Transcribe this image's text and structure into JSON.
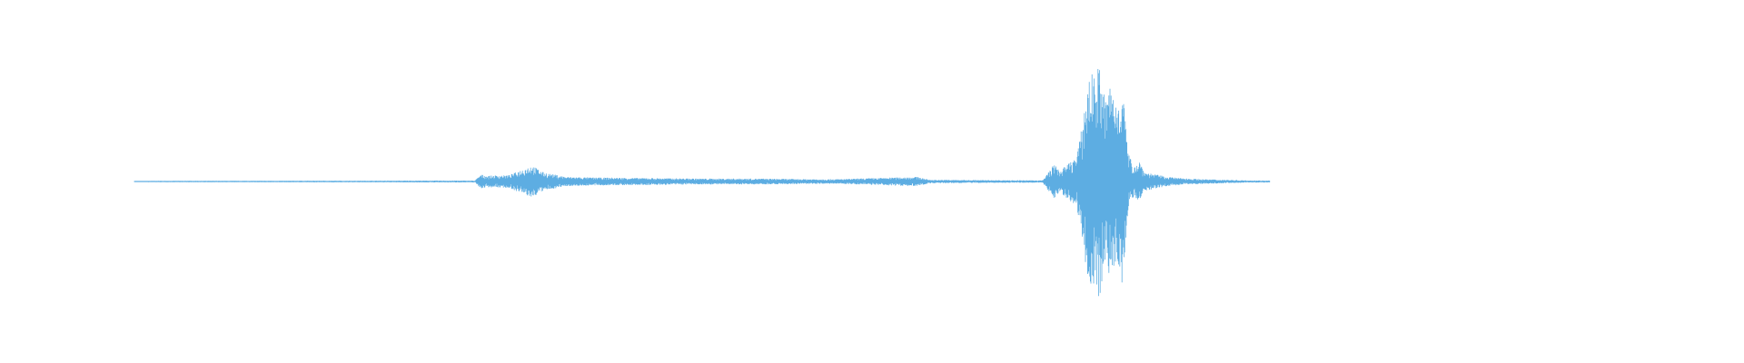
{
  "waveform": {
    "color": "#5dade2",
    "background": "#ffffff"
  },
  "chart_data": {
    "type": "area",
    "title": "",
    "xlabel": "",
    "ylabel": "",
    "grid": false,
    "legend": "none",
    "xlim": [
      0,
      1
    ],
    "ylim": [
      -1,
      1
    ],
    "series": [
      {
        "points": [
          [
            0.0,
            0.005
          ],
          [
            0.05,
            0.006
          ],
          [
            0.1,
            0.006
          ],
          [
            0.15,
            0.007
          ],
          [
            0.2,
            0.007
          ],
          [
            0.25,
            0.008
          ],
          [
            0.3,
            0.008
          ],
          [
            0.305,
            0.06
          ],
          [
            0.31,
            0.05
          ],
          [
            0.33,
            0.055
          ],
          [
            0.35,
            0.14
          ],
          [
            0.36,
            0.08
          ],
          [
            0.38,
            0.04
          ],
          [
            0.4,
            0.035
          ],
          [
            0.45,
            0.03
          ],
          [
            0.5,
            0.025
          ],
          [
            0.55,
            0.025
          ],
          [
            0.6,
            0.02
          ],
          [
            0.62,
            0.02
          ],
          [
            0.67,
            0.035
          ],
          [
            0.69,
            0.04
          ],
          [
            0.7,
            0.015
          ],
          [
            0.75,
            0.012
          ],
          [
            0.8,
            0.01
          ],
          [
            0.81,
            0.15
          ],
          [
            0.815,
            0.09
          ],
          [
            0.83,
            0.22
          ],
          [
            0.835,
            0.5
          ],
          [
            0.84,
            0.88
          ],
          [
            0.845,
            0.95
          ],
          [
            0.85,
            1.0
          ],
          [
            0.855,
            0.7
          ],
          [
            0.86,
            0.85
          ],
          [
            0.865,
            0.66
          ],
          [
            0.87,
            0.9
          ],
          [
            0.875,
            0.25
          ],
          [
            0.88,
            0.13
          ],
          [
            0.885,
            0.18
          ],
          [
            0.89,
            0.08
          ],
          [
            0.9,
            0.06
          ],
          [
            0.91,
            0.04
          ],
          [
            0.92,
            0.03
          ],
          [
            0.94,
            0.02
          ],
          [
            0.96,
            0.015
          ],
          [
            0.98,
            0.01
          ],
          [
            1.0,
            0.008
          ]
        ]
      }
    ]
  }
}
